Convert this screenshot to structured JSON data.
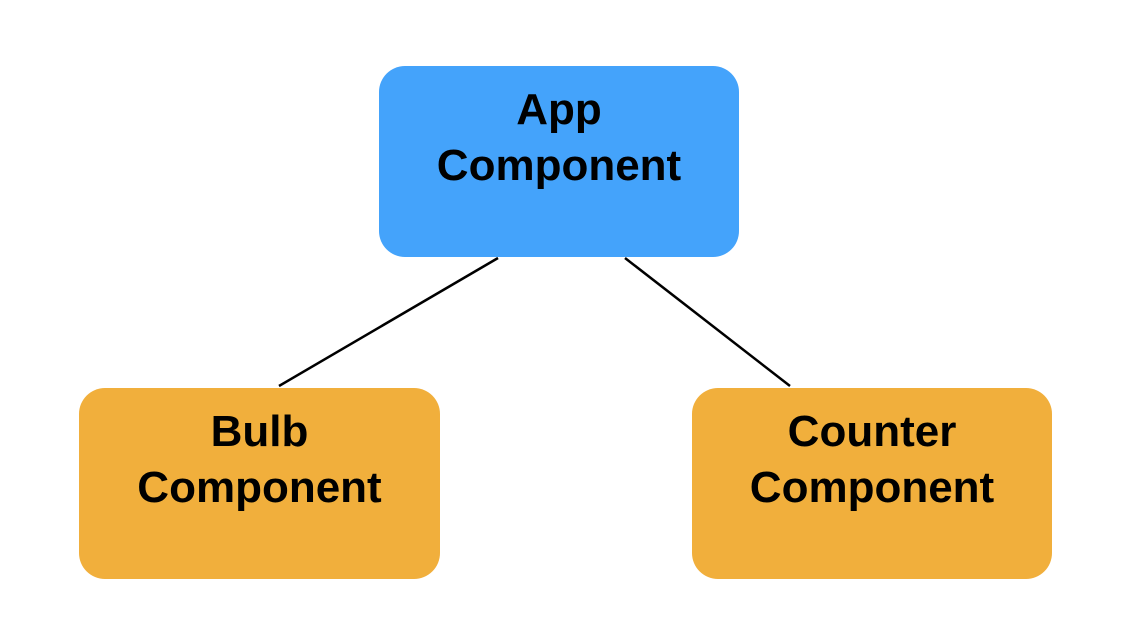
{
  "colors": {
    "parent_fill": "#44A3FB",
    "child_fill": "#F1AF3C",
    "connector": "#000000",
    "text": "#000000"
  },
  "nodes": {
    "app": {
      "label": "App\nComponent"
    },
    "bulb": {
      "label": "Bulb\nComponent"
    },
    "counter": {
      "label": "Counter\nComponent"
    }
  }
}
